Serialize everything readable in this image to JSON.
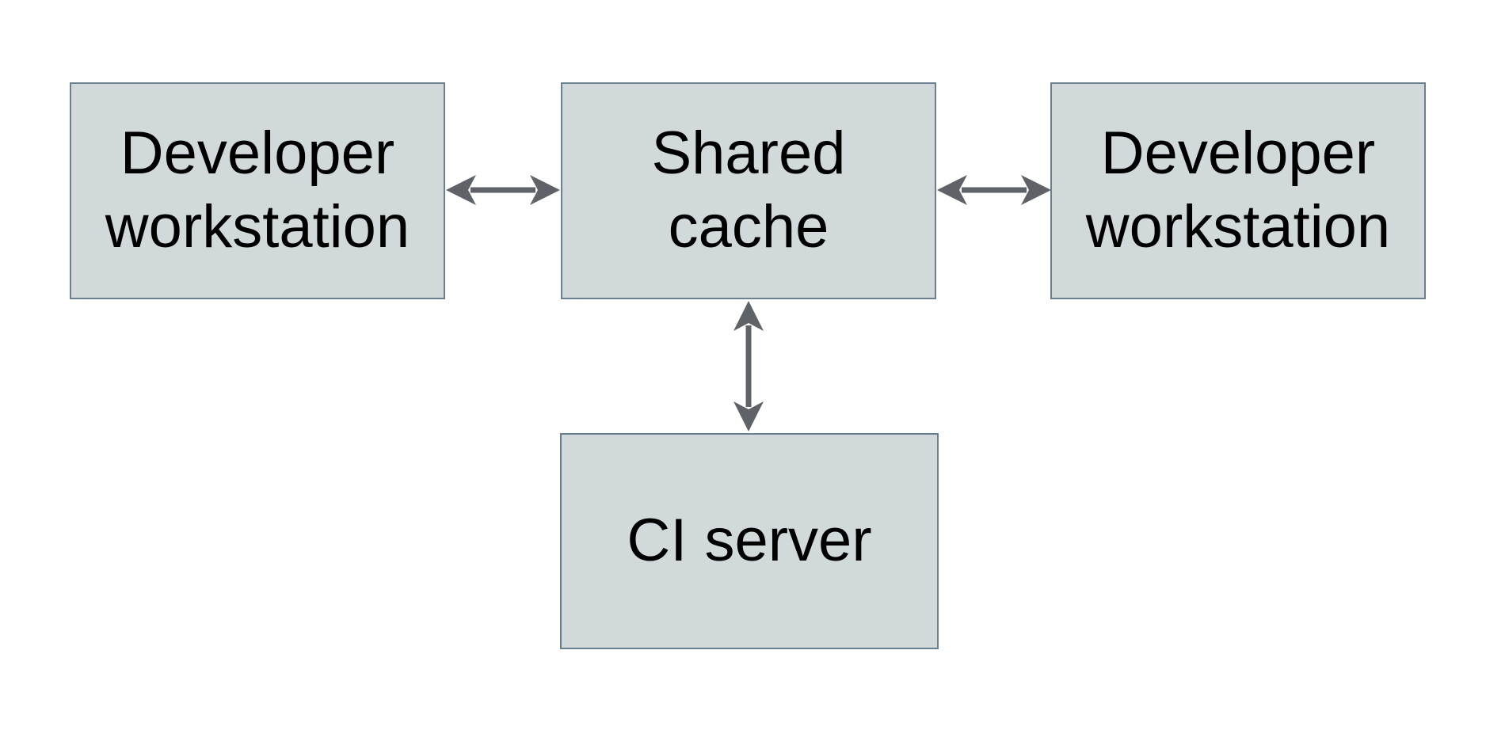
{
  "diagram": {
    "colors": {
      "background": "#ffffff",
      "node_fill": "#d1d9db",
      "node_border": "#6a8090",
      "arrow": "#5f6368",
      "text": "#000000"
    },
    "nodes": [
      {
        "id": "developer-workstation-left",
        "label": "Developer workstation"
      },
      {
        "id": "shared-cache",
        "label": "Shared cache"
      },
      {
        "id": "developer-workstation-right",
        "label": "Developer workstation"
      },
      {
        "id": "ci-server",
        "label": "CI server"
      }
    ],
    "edges": [
      {
        "from": "developer-workstation-left",
        "to": "shared-cache",
        "type": "bidirectional"
      },
      {
        "from": "shared-cache",
        "to": "developer-workstation-right",
        "type": "bidirectional"
      },
      {
        "from": "shared-cache",
        "to": "ci-server",
        "type": "bidirectional"
      }
    ]
  }
}
